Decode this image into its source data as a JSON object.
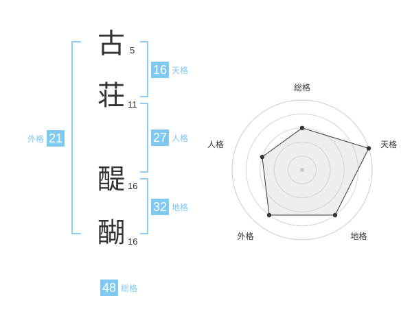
{
  "name": {
    "characters": [
      {
        "char": "古",
        "strokes": "5"
      },
      {
        "char": "荘",
        "strokes": "11"
      },
      {
        "char": "醍",
        "strokes": "16"
      },
      {
        "char": "醐",
        "strokes": "16"
      }
    ]
  },
  "fortunes": {
    "tenkaku": {
      "value": "16",
      "label": "天格"
    },
    "jinkaku": {
      "value": "27",
      "label": "人格"
    },
    "chikaku": {
      "value": "32",
      "label": "地格"
    },
    "gaikaku": {
      "value": "21",
      "label": "外格"
    },
    "soukaku": {
      "value": "48",
      "label": "総格"
    }
  },
  "colors": {
    "accent": "#7fc8f0",
    "bracket": "#8ecdf1",
    "text": "#333333"
  },
  "chart_data": {
    "type": "radar",
    "axes": [
      "総格",
      "天格",
      "地格",
      "外格",
      "人格"
    ],
    "values": [
      3,
      5,
      4,
      4,
      3
    ],
    "max": 5,
    "grid": true
  }
}
